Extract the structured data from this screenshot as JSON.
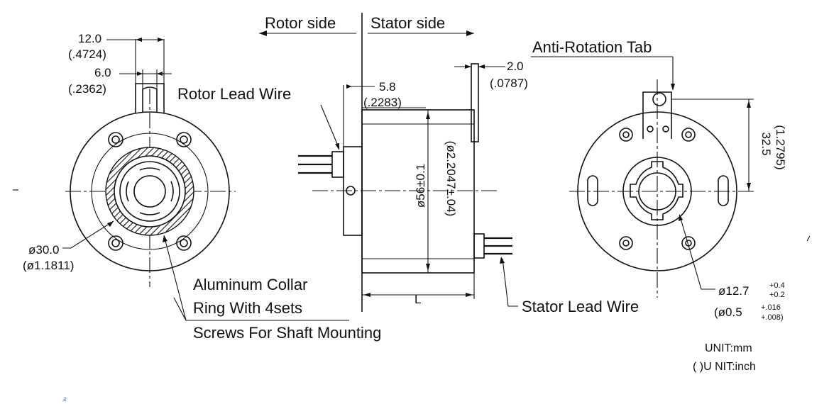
{
  "labels": {
    "rotor_side": "Rotor side",
    "stator_side": "Stator side",
    "anti_rotation_tab": "Anti-Rotation Tab",
    "rotor_lead_wire": "Rotor Lead Wire",
    "aluminum_collar": "Aluminum Collar",
    "ring_with_4sets": "Ring With 4sets",
    "screws_shaft": "Screws For Shaft Mounting",
    "stator_lead_wire": "Stator Lead Wire",
    "length_symbol": "L"
  },
  "dimensions": {
    "tab_width_mm": "12.0",
    "tab_width_in": "(.4724)",
    "slot_width_mm": "6.0",
    "slot_width_in": "(.2362)",
    "rotor_dia_mm": "ø30.0",
    "rotor_dia_in": "(ø1.1811)",
    "flange_thk_mm": "5.8",
    "flange_thk_in": "(.2283)",
    "tab_thk_mm": "2.0",
    "tab_thk_in": "(.0787)",
    "body_dia_mm": "ø56±0.1",
    "body_dia_in": "(ø2.2047±.04)",
    "tab_height_mm": "32.5",
    "tab_height_in": "(1.2795)",
    "bore_mm": "ø12.7",
    "bore_mm_tol_upper": "+0.4",
    "bore_mm_tol_lower": "+0.2",
    "bore_in": "(ø0.5",
    "bore_in_tol_upper": "+.016",
    "bore_in_tol_lower": "+.008)"
  },
  "units": {
    "mm": "UNIT:mm",
    "inch": "( )U NIT:inch"
  },
  "misc": {
    "stray_mark": "ƨ"
  }
}
